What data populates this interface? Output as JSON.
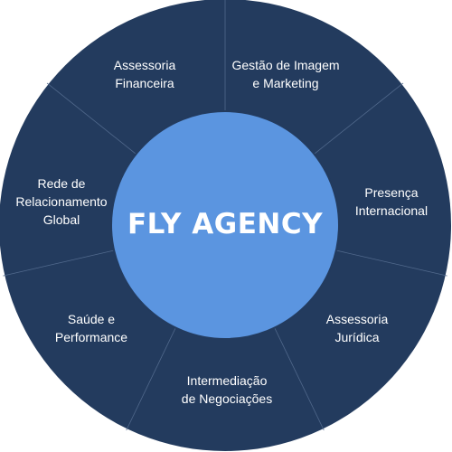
{
  "center": {
    "title": "FLY AGENCY"
  },
  "segments": [
    {
      "id": "gestao",
      "lines": [
        "Gestão de Imagem",
        "e Marketing"
      ]
    },
    {
      "id": "presenca",
      "lines": [
        "Presença",
        "Internacional"
      ]
    },
    {
      "id": "juridica",
      "lines": [
        "Assessoria",
        "Jurídica"
      ]
    },
    {
      "id": "negociacoes",
      "lines": [
        "Intermediação",
        "de Negociações"
      ]
    },
    {
      "id": "saude",
      "lines": [
        "Saúde e",
        "Performance"
      ]
    },
    {
      "id": "rede",
      "lines": [
        "Rede de",
        "Relacionamento",
        "Global"
      ]
    },
    {
      "id": "financeira",
      "lines": [
        "Assessoria",
        "Financeira"
      ]
    }
  ],
  "colors": {
    "outer_ring": "#233b5e",
    "divider": "#51698c",
    "center_fill": "#5b95e0",
    "center_border": "#233b5e",
    "text": "#ffffff"
  }
}
